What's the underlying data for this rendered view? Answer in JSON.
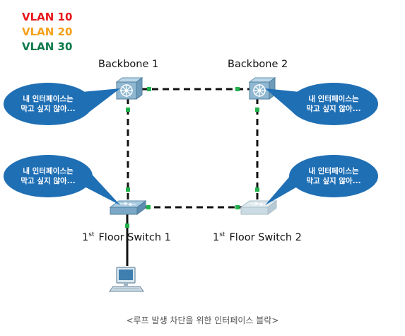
{
  "legend": [
    {
      "label": "VLAN 10",
      "color": "#e8171c"
    },
    {
      "label": "VLAN 20",
      "color": "#f5a01a"
    },
    {
      "label": "VLAN 30",
      "color": "#0c7a4a"
    }
  ],
  "devices": {
    "backbone1": {
      "label": "Backbone 1",
      "icon": "multilayer-switch-icon"
    },
    "backbone2": {
      "label": "Backbone 2",
      "icon": "multilayer-switch-icon"
    },
    "floor1": {
      "sup": "1st",
      "label": "Floor Switch 1",
      "icon": "switch-icon"
    },
    "floor2": {
      "sup": "1st",
      "label": "Floor Switch 2",
      "icon": "switch-icon"
    },
    "pc": {
      "icon": "pc-icon"
    }
  },
  "bubbles": {
    "line1": "내 인터페이스는",
    "line2": "막고 싶지 않아..."
  },
  "colors": {
    "bubble": "#1f6fb5",
    "link": "#111111",
    "port": "#22b14c"
  },
  "caption": "<루프 발생 차단을 위한 인터페이스 블락>"
}
